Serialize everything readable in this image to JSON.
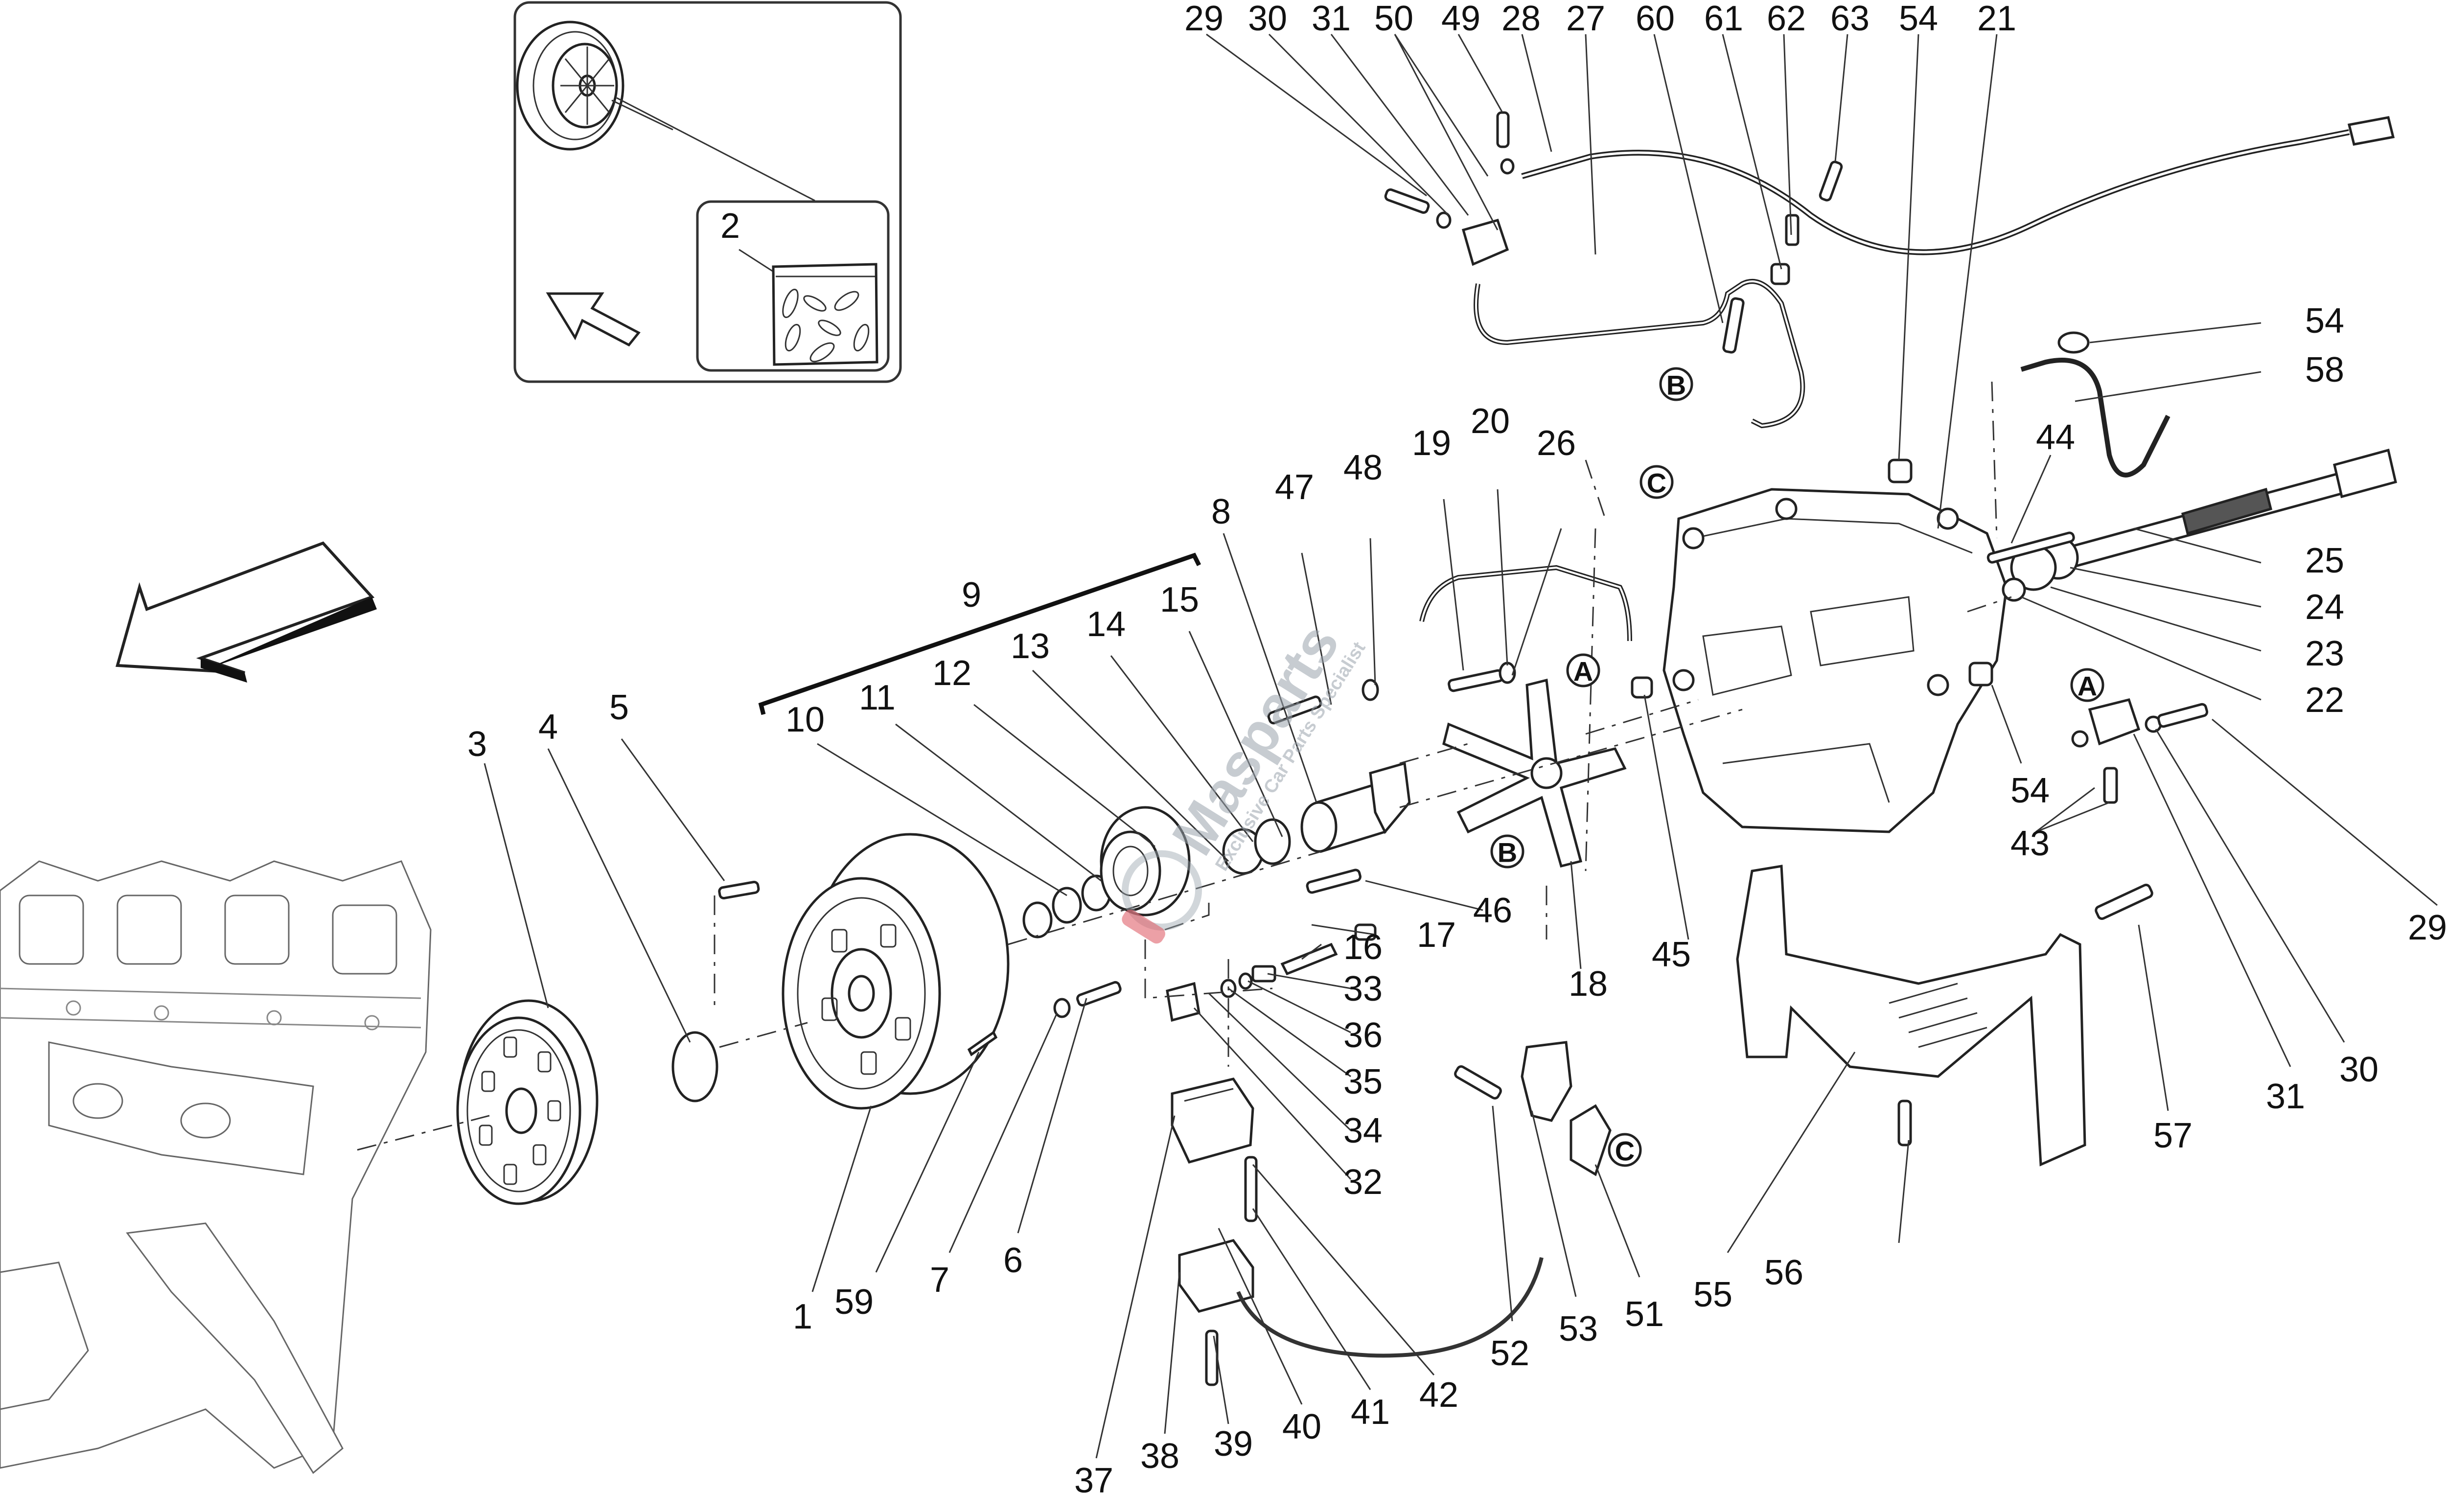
{
  "diagram": {
    "title": "Clutch and controls exploded parts diagram",
    "watermark": {
      "brand": "Masparts",
      "tagline": "Exclusive Car Parts Specialist",
      "brand_color": "#e0606a"
    },
    "inset": {
      "label": "2",
      "description": "Clutch assembly with bag of small parts"
    },
    "reference_markers": [
      {
        "id": "ref-a-1",
        "letter": "A"
      },
      {
        "id": "ref-a-2",
        "letter": "A"
      },
      {
        "id": "ref-b-1",
        "letter": "B"
      },
      {
        "id": "ref-b-2",
        "letter": "B"
      },
      {
        "id": "ref-c-1",
        "letter": "C"
      },
      {
        "id": "ref-c-2",
        "letter": "C"
      }
    ],
    "labels": [
      {
        "text": "29"
      },
      {
        "text": "30"
      },
      {
        "text": "31"
      },
      {
        "text": "50"
      },
      {
        "text": "49"
      },
      {
        "text": "28"
      },
      {
        "text": "27"
      },
      {
        "text": "60"
      },
      {
        "text": "61"
      },
      {
        "text": "62"
      },
      {
        "text": "63"
      },
      {
        "text": "54"
      },
      {
        "text": "21"
      },
      {
        "text": "54"
      },
      {
        "text": "58"
      },
      {
        "text": "44"
      },
      {
        "text": "25"
      },
      {
        "text": "24"
      },
      {
        "text": "23"
      },
      {
        "text": "22"
      },
      {
        "text": "54"
      },
      {
        "text": "43"
      },
      {
        "text": "29"
      },
      {
        "text": "30"
      },
      {
        "text": "31"
      },
      {
        "text": "57"
      },
      {
        "text": "26"
      },
      {
        "text": "20"
      },
      {
        "text": "19"
      },
      {
        "text": "48"
      },
      {
        "text": "47"
      },
      {
        "text": "8"
      },
      {
        "text": "9"
      },
      {
        "text": "15"
      },
      {
        "text": "14"
      },
      {
        "text": "13"
      },
      {
        "text": "12"
      },
      {
        "text": "11"
      },
      {
        "text": "10"
      },
      {
        "text": "5"
      },
      {
        "text": "4"
      },
      {
        "text": "3"
      },
      {
        "text": "45"
      },
      {
        "text": "18"
      },
      {
        "text": "46"
      },
      {
        "text": "17"
      },
      {
        "text": "16"
      },
      {
        "text": "33"
      },
      {
        "text": "36"
      },
      {
        "text": "35"
      },
      {
        "text": "34"
      },
      {
        "text": "32"
      },
      {
        "text": "1"
      },
      {
        "text": "59"
      },
      {
        "text": "7"
      },
      {
        "text": "6"
      },
      {
        "text": "37"
      },
      {
        "text": "38"
      },
      {
        "text": "39"
      },
      {
        "text": "40"
      },
      {
        "text": "41"
      },
      {
        "text": "42"
      },
      {
        "text": "52"
      },
      {
        "text": "53"
      },
      {
        "text": "51"
      },
      {
        "text": "55"
      },
      {
        "text": "56"
      },
      {
        "text": "2"
      }
    ]
  }
}
